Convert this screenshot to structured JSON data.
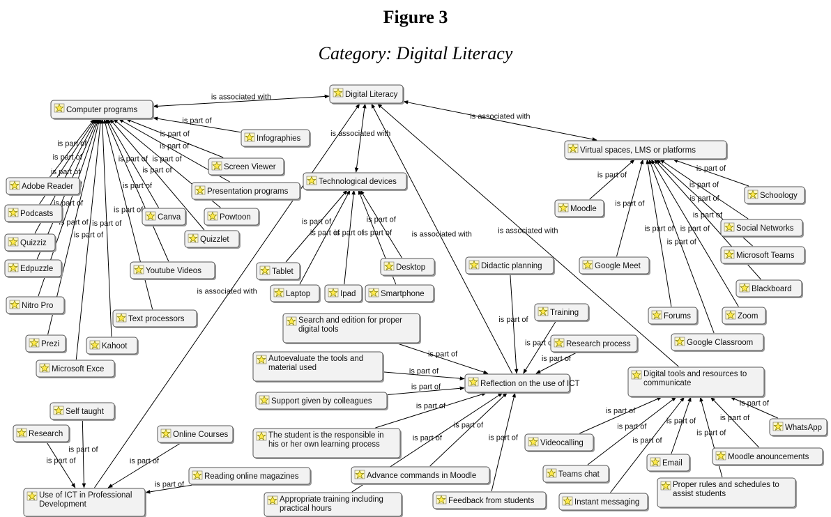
{
  "figure": {
    "number": "Figure 3",
    "caption": "Category: Digital Literacy"
  },
  "node_icon": "concept-star-icon",
  "nodes": [
    {
      "id": "digital_literacy",
      "lines": [
        "Digital Literacy"
      ]
    },
    {
      "id": "computer_programs",
      "lines": [
        "Computer programs"
      ]
    },
    {
      "id": "infographies",
      "lines": [
        "Infographies"
      ]
    },
    {
      "id": "screen_viewer",
      "lines": [
        "Screen Viewer"
      ]
    },
    {
      "id": "presentation_programs",
      "lines": [
        "Presentation programs"
      ]
    },
    {
      "id": "powtoon",
      "lines": [
        "Powtoon"
      ]
    },
    {
      "id": "quizzlet",
      "lines": [
        "Quizzlet"
      ]
    },
    {
      "id": "canva",
      "lines": [
        "Canva"
      ]
    },
    {
      "id": "youtube_videos",
      "lines": [
        "Youtube Videos"
      ]
    },
    {
      "id": "text_processors",
      "lines": [
        "Text processors"
      ]
    },
    {
      "id": "kahoot",
      "lines": [
        "Kahoot"
      ]
    },
    {
      "id": "microsoft_excel",
      "lines": [
        "Microsoft Exce"
      ]
    },
    {
      "id": "prezi",
      "lines": [
        "Prezi"
      ]
    },
    {
      "id": "nitro_pro",
      "lines": [
        "Nitro Pro"
      ]
    },
    {
      "id": "edpuzzle",
      "lines": [
        "Edpuzzle"
      ]
    },
    {
      "id": "quizziz",
      "lines": [
        "Quizziz"
      ]
    },
    {
      "id": "podcasts",
      "lines": [
        "Podcasts"
      ]
    },
    {
      "id": "adobe_reader",
      "lines": [
        "Adobe Reader"
      ]
    },
    {
      "id": "technological_devices",
      "lines": [
        "Technological devices"
      ]
    },
    {
      "id": "tablet",
      "lines": [
        "Tablet"
      ]
    },
    {
      "id": "laptop",
      "lines": [
        "Laptop"
      ]
    },
    {
      "id": "ipad",
      "lines": [
        "Ipad"
      ]
    },
    {
      "id": "smartphone",
      "lines": [
        "Smartphone"
      ]
    },
    {
      "id": "desktop",
      "lines": [
        "Desktop"
      ]
    },
    {
      "id": "virtual_spaces",
      "lines": [
        "Virtual spaces, LMS or platforms"
      ]
    },
    {
      "id": "moodle",
      "lines": [
        "Moodle"
      ]
    },
    {
      "id": "google_meet",
      "lines": [
        "Google Meet"
      ]
    },
    {
      "id": "forums",
      "lines": [
        "Forums"
      ]
    },
    {
      "id": "google_classroom",
      "lines": [
        "Google Classroom"
      ]
    },
    {
      "id": "zoom",
      "lines": [
        "Zoom"
      ]
    },
    {
      "id": "blackboard",
      "lines": [
        "Blackboard"
      ]
    },
    {
      "id": "microsoft_teams",
      "lines": [
        "Microsoft Teams"
      ]
    },
    {
      "id": "social_networks",
      "lines": [
        "Social Networks"
      ]
    },
    {
      "id": "schoology",
      "lines": [
        "Schoology"
      ]
    },
    {
      "id": "reflection",
      "lines": [
        "Reflection on the use of ICT"
      ]
    },
    {
      "id": "didactic_planning",
      "lines": [
        "Didactic planning"
      ]
    },
    {
      "id": "training",
      "lines": [
        "Training"
      ]
    },
    {
      "id": "research_process",
      "lines": [
        "Research process"
      ]
    },
    {
      "id": "search_edition",
      "lines": [
        "Search and edition for proper",
        "digital tools"
      ]
    },
    {
      "id": "autoevaluate",
      "lines": [
        "Autoevaluate the tools and",
        "material used"
      ]
    },
    {
      "id": "support_colleagues",
      "lines": [
        "Support given by colleagues"
      ]
    },
    {
      "id": "student_responsible",
      "lines": [
        "The student is the responsible in",
        "his or her own learning process"
      ]
    },
    {
      "id": "advance_commands",
      "lines": [
        "Advance commands in Moodle"
      ]
    },
    {
      "id": "appropriate_training",
      "lines": [
        "Appropriate training including",
        "practical hours"
      ]
    },
    {
      "id": "feedback_students",
      "lines": [
        "Feedback from students"
      ]
    },
    {
      "id": "digital_tools_communicate",
      "lines": [
        "Digital tools and resources to",
        "communicate"
      ]
    },
    {
      "id": "whatsapp",
      "lines": [
        "WhatsApp"
      ]
    },
    {
      "id": "moodle_announcements",
      "lines": [
        "Moodle anouncements"
      ]
    },
    {
      "id": "proper_rules",
      "lines": [
        "Proper rules and schedules to",
        "assist students"
      ]
    },
    {
      "id": "email",
      "lines": [
        "Email"
      ]
    },
    {
      "id": "instant_messaging",
      "lines": [
        "Instant messaging"
      ]
    },
    {
      "id": "teams_chat",
      "lines": [
        "Teams chat"
      ]
    },
    {
      "id": "videocalling",
      "lines": [
        "Videocalling"
      ]
    },
    {
      "id": "use_ict_pd",
      "lines": [
        "Use of ICT in Professional",
        "Development"
      ]
    },
    {
      "id": "self_taught",
      "lines": [
        "Self taught"
      ]
    },
    {
      "id": "research",
      "lines": [
        "Research"
      ]
    },
    {
      "id": "online_courses",
      "lines": [
        "Online Courses"
      ]
    },
    {
      "id": "reading_magazines",
      "lines": [
        "Reading online magazines"
      ]
    }
  ],
  "edges": [
    {
      "from": "computer_programs",
      "to": "digital_literacy",
      "label": "is associated with",
      "bidirectional": true
    },
    {
      "from": "virtual_spaces",
      "to": "digital_literacy",
      "label": "is associated with",
      "bidirectional": true
    },
    {
      "from": "technological_devices",
      "to": "digital_literacy",
      "label": "is associated with",
      "bidirectional": true
    },
    {
      "from": "reflection",
      "to": "digital_literacy",
      "label": "is associated with",
      "bidirectional": false
    },
    {
      "from": "digital_tools_communicate",
      "to": "digital_literacy",
      "label": "is associated with",
      "bidirectional": false
    },
    {
      "from": "use_ict_pd",
      "to": "digital_literacy",
      "label": "is associated with",
      "bidirectional": false
    },
    {
      "from": "infographies",
      "to": "computer_programs",
      "label": "is part of"
    },
    {
      "from": "screen_viewer",
      "to": "computer_programs",
      "label": "is part of"
    },
    {
      "from": "presentation_programs",
      "to": "computer_programs",
      "label": "is part of"
    },
    {
      "from": "powtoon",
      "to": "computer_programs",
      "label": "is part of"
    },
    {
      "from": "quizzlet",
      "to": "computer_programs",
      "label": "is part of"
    },
    {
      "from": "canva",
      "to": "computer_programs",
      "label": "is part of"
    },
    {
      "from": "youtube_videos",
      "to": "computer_programs",
      "label": "is part of"
    },
    {
      "from": "text_processors",
      "to": "computer_programs",
      "label": "is part of"
    },
    {
      "from": "kahoot",
      "to": "computer_programs",
      "label": "is part of"
    },
    {
      "from": "microsoft_excel",
      "to": "computer_programs",
      "label": "is part of"
    },
    {
      "from": "prezi",
      "to": "computer_programs",
      "label": "is part of"
    },
    {
      "from": "nitro_pro",
      "to": "computer_programs",
      "label": "is part of"
    },
    {
      "from": "edpuzzle",
      "to": "computer_programs",
      "label": "is part of"
    },
    {
      "from": "quizziz",
      "to": "computer_programs",
      "label": "is part of"
    },
    {
      "from": "podcasts",
      "to": "computer_programs",
      "label": "is part of"
    },
    {
      "from": "adobe_reader",
      "to": "computer_programs",
      "label": "is part of"
    },
    {
      "from": "tablet",
      "to": "technological_devices",
      "label": "is part of"
    },
    {
      "from": "laptop",
      "to": "technological_devices",
      "label": "is part of"
    },
    {
      "from": "ipad",
      "to": "technological_devices",
      "label": "is part of"
    },
    {
      "from": "smartphone",
      "to": "technological_devices",
      "label": "is part of"
    },
    {
      "from": "desktop",
      "to": "technological_devices",
      "label": "is part of"
    },
    {
      "from": "moodle",
      "to": "virtual_spaces",
      "label": "is part of"
    },
    {
      "from": "google_meet",
      "to": "virtual_spaces",
      "label": "is part of"
    },
    {
      "from": "forums",
      "to": "virtual_spaces",
      "label": "is part of"
    },
    {
      "from": "google_classroom",
      "to": "virtual_spaces",
      "label": "is part of"
    },
    {
      "from": "zoom",
      "to": "virtual_spaces",
      "label": "is part of"
    },
    {
      "from": "blackboard",
      "to": "virtual_spaces",
      "label": "is part of"
    },
    {
      "from": "microsoft_teams",
      "to": "virtual_spaces",
      "label": "is part of"
    },
    {
      "from": "social_networks",
      "to": "virtual_spaces",
      "label": "is part of"
    },
    {
      "from": "schoology",
      "to": "virtual_spaces",
      "label": "is part of"
    },
    {
      "from": "didactic_planning",
      "to": "reflection",
      "label": "is part of"
    },
    {
      "from": "training",
      "to": "reflection",
      "label": "is part of"
    },
    {
      "from": "research_process",
      "to": "reflection",
      "label": "is part of"
    },
    {
      "from": "search_edition",
      "to": "reflection",
      "label": "is part of"
    },
    {
      "from": "autoevaluate",
      "to": "reflection",
      "label": "is part of"
    },
    {
      "from": "support_colleagues",
      "to": "reflection",
      "label": "is part of"
    },
    {
      "from": "student_responsible",
      "to": "reflection",
      "label": "is part of"
    },
    {
      "from": "advance_commands",
      "to": "reflection",
      "label": "is part of"
    },
    {
      "from": "appropriate_training",
      "to": "reflection",
      "label": "is part of"
    },
    {
      "from": "feedback_students",
      "to": "reflection",
      "label": "is part of"
    },
    {
      "from": "whatsapp",
      "to": "digital_tools_communicate",
      "label": "is part of"
    },
    {
      "from": "moodle_announcements",
      "to": "digital_tools_communicate",
      "label": "is part of"
    },
    {
      "from": "proper_rules",
      "to": "digital_tools_communicate",
      "label": "is part of"
    },
    {
      "from": "email",
      "to": "digital_tools_communicate",
      "label": "is part of"
    },
    {
      "from": "instant_messaging",
      "to": "digital_tools_communicate",
      "label": "is part of"
    },
    {
      "from": "teams_chat",
      "to": "digital_tools_communicate",
      "label": "is part of"
    },
    {
      "from": "videocalling",
      "to": "digital_tools_communicate",
      "label": "is part of"
    },
    {
      "from": "self_taught",
      "to": "use_ict_pd",
      "label": "is part of"
    },
    {
      "from": "research",
      "to": "use_ict_pd",
      "label": "is part of"
    },
    {
      "from": "online_courses",
      "to": "use_ict_pd",
      "label": "is part of"
    },
    {
      "from": "reading_magazines",
      "to": "use_ict_pd",
      "label": "is part of"
    }
  ]
}
